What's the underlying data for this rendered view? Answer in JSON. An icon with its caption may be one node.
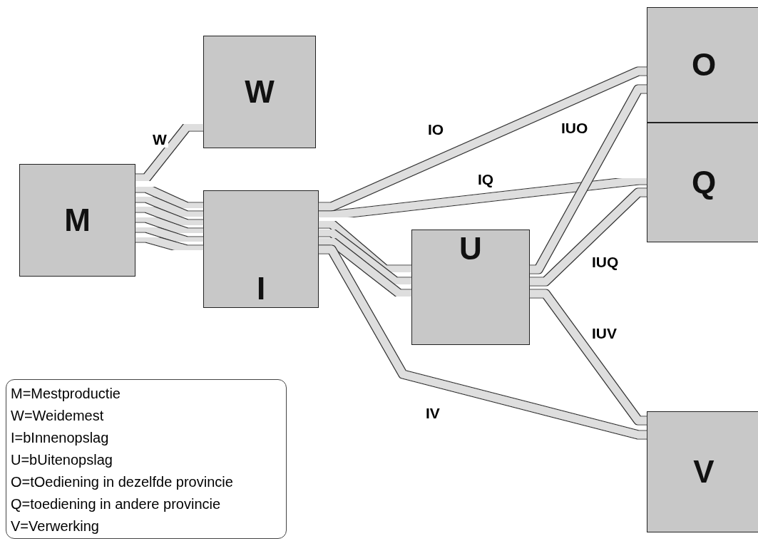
{
  "diagram": {
    "nodes": [
      {
        "text": [
          "M"
        ]
      },
      {
        "text": [
          "W"
        ]
      },
      {
        "text": [
          "I"
        ]
      },
      {
        "text": [
          "U"
        ]
      },
      {
        "text": [
          "O"
        ]
      },
      {
        "text": [
          "Q"
        ]
      },
      {
        "text": [
          "V"
        ]
      }
    ],
    "edges": [
      {
        "from": 0,
        "to": 1,
        "arrow": "none",
        "label": "W"
      },
      {
        "from": 0,
        "to": 2,
        "arrow": "none"
      },
      {
        "from": 0,
        "to": 2,
        "arrow": "none"
      },
      {
        "from": 0,
        "to": 2,
        "arrow": "none"
      },
      {
        "from": 0,
        "to": 2,
        "arrow": "none"
      },
      {
        "from": 0,
        "to": 2,
        "arrow": "none"
      },
      {
        "from": 0,
        "to": 2,
        "arrow": "none"
      },
      {
        "from": 2,
        "to": 4,
        "arrow": "none",
        "label": "IO"
      },
      {
        "from": 2,
        "to": 5,
        "arrow": "none",
        "label": "IQ"
      },
      {
        "from": 2,
        "to": 3,
        "arrow": "none"
      },
      {
        "from": 2,
        "to": 3,
        "arrow": "none"
      },
      {
        "from": 2,
        "to": 3,
        "arrow": "none"
      },
      {
        "from": 3,
        "to": 4,
        "arrow": "none",
        "label": "IUO"
      },
      {
        "from": 3,
        "to": 5,
        "arrow": "none",
        "label": "IUQ"
      },
      {
        "from": 3,
        "to": 6,
        "arrow": "none",
        "label": "IUV"
      },
      {
        "from": 2,
        "to": 6,
        "arrow": "none",
        "label": "IV"
      }
    ],
    "labels": [
      "M=Mestproductie",
      "W=Weidemest",
      "I=bInnenopslag",
      "U=bUitenopslag",
      "O=tOediening in dezelfde provincie",
      "Q=toediening in andere provincie",
      "V=Verwerking"
    ]
  }
}
